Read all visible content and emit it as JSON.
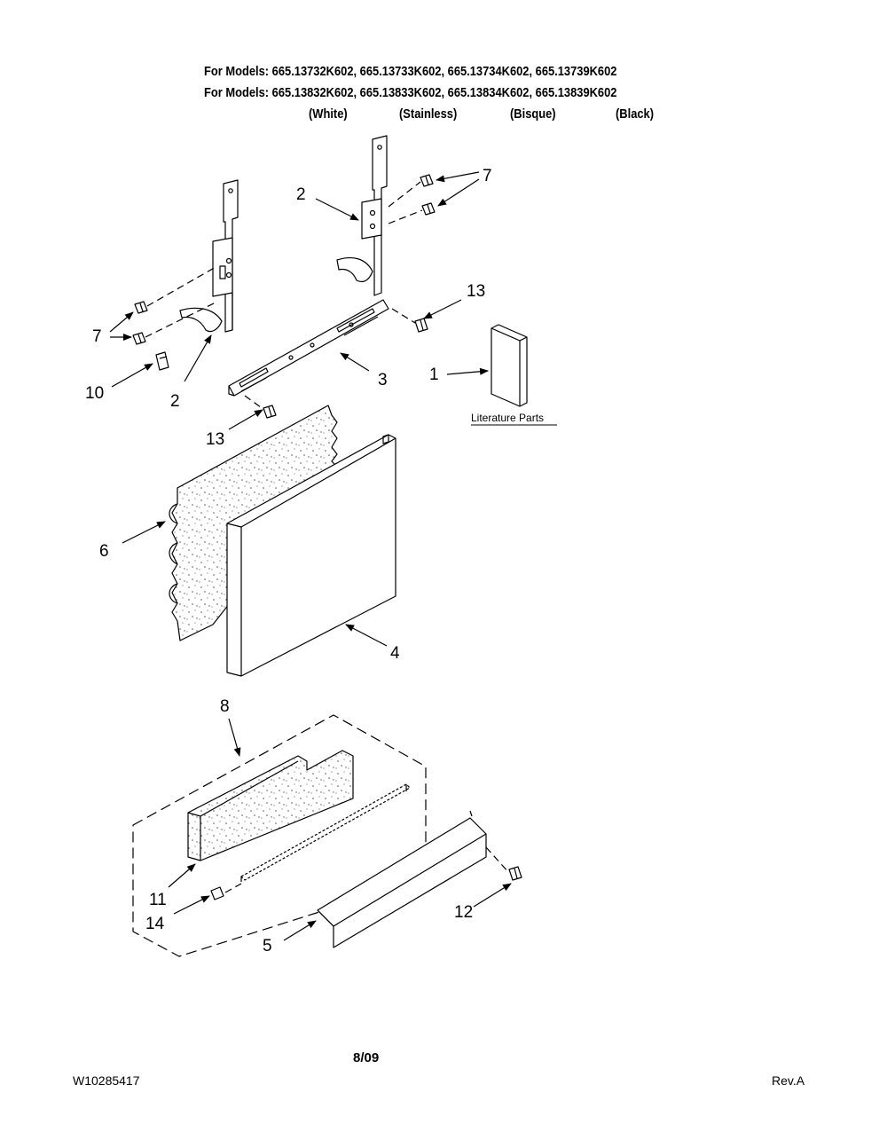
{
  "header": {
    "line1": "For Models: 665.13732K602, 665.13733K602, 665.13734K602, 665.13739K602",
    "line2": "For Models: 665.13832K602, 665.13833K602, 665.13834K602, 665.13839K602",
    "colors": [
      "(White)",
      "(Stainless)",
      "(Bisque)",
      "(Black)"
    ]
  },
  "callouts": {
    "c1": "1",
    "c2a": "2",
    "c2b": "2",
    "c3": "3",
    "c4": "4",
    "c5": "5",
    "c6": "6",
    "c7a": "7",
    "c7b": "7",
    "c8": "8",
    "c10": "10",
    "c11": "11",
    "c12": "12",
    "c13a": "13",
    "c13b": "13",
    "c14": "14"
  },
  "literature_label": "Literature Parts",
  "footer": {
    "date": "8/09",
    "doc_number": "W10285417",
    "revision": "Rev.A"
  }
}
